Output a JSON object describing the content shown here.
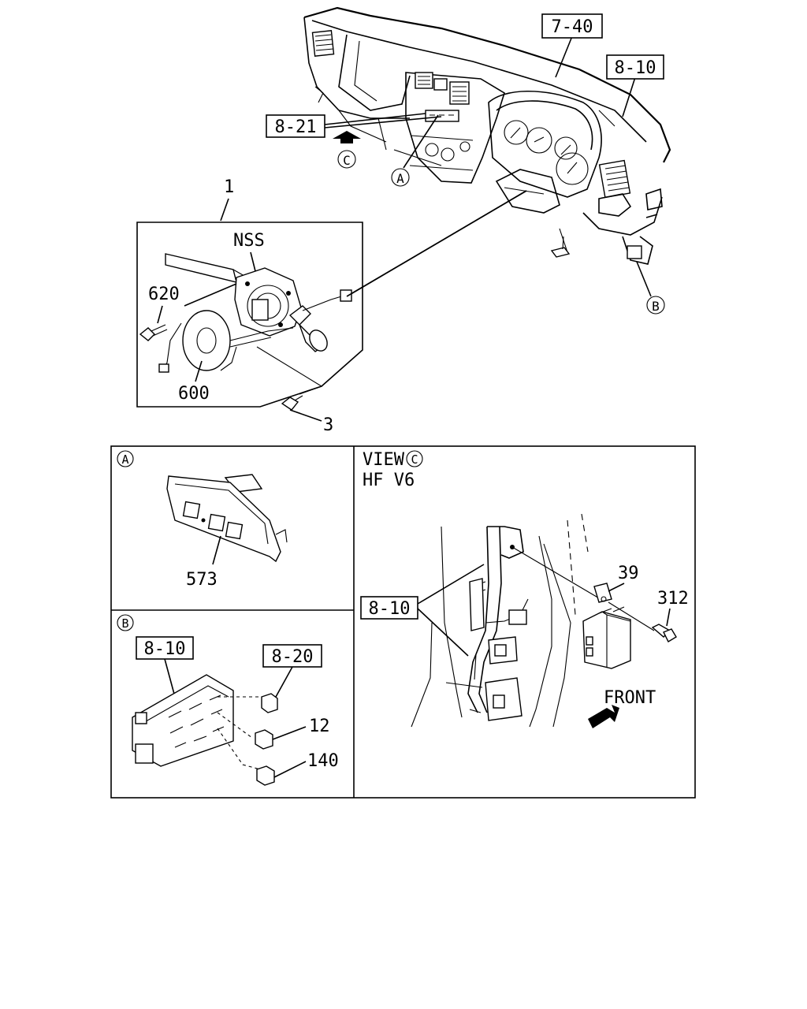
{
  "callouts": {
    "ref_7_40": "7-40",
    "ref_8_10_top": "8-10",
    "ref_8_21": "8-21",
    "part_1": "1",
    "nss": "NSS",
    "part_620": "620",
    "part_600": "600",
    "part_3": "3"
  },
  "markers": {
    "a": "A",
    "b": "B",
    "c": "C"
  },
  "panel_a": {
    "marker": "A",
    "part_573": "573"
  },
  "panel_b": {
    "marker": "B",
    "ref_8_10": "8-10",
    "ref_8_20": "8-20",
    "part_12": "12",
    "part_140": "140"
  },
  "panel_c": {
    "view_label": "VIEW",
    "marker": "C",
    "variant": "HF V6",
    "ref_8_10": "8-10",
    "part_39": "39",
    "part_312": "312",
    "front": "FRONT"
  }
}
